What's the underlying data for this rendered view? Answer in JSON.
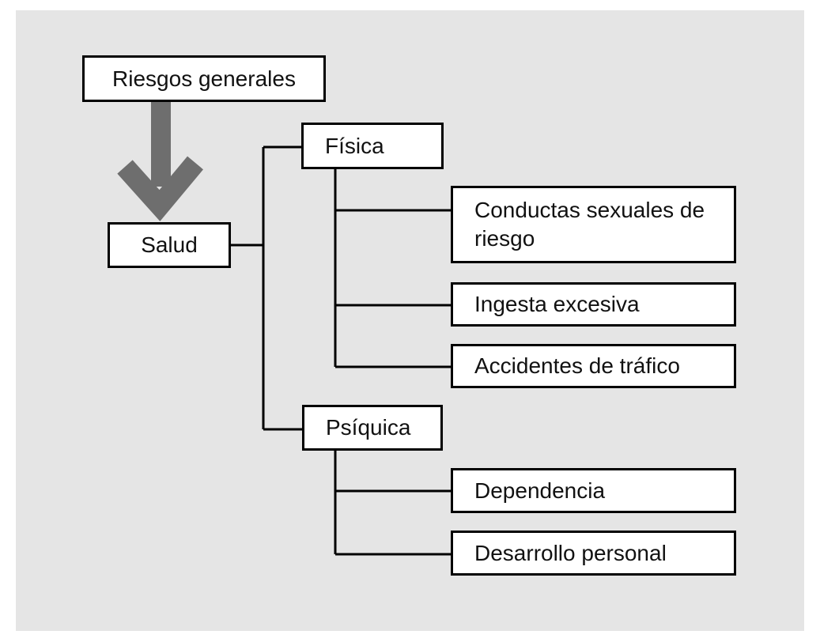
{
  "diagram": {
    "root": {
      "label": "Riesgos generales"
    },
    "center": {
      "label": "Salud"
    },
    "branches": [
      {
        "label": "Física",
        "children": [
          {
            "label": "Conductas sexuales de riesgo"
          },
          {
            "label": "Ingesta excesiva"
          },
          {
            "label": "Accidentes de tráfico"
          }
        ]
      },
      {
        "label": "Psíquica",
        "children": [
          {
            "label": "Dependencia"
          },
          {
            "label": "Desarrollo personal"
          }
        ]
      }
    ],
    "colors": {
      "background": "#e5e5e5",
      "box_fill": "#ffffff",
      "box_border": "#000000",
      "arrow": "#6e6e6e"
    }
  }
}
